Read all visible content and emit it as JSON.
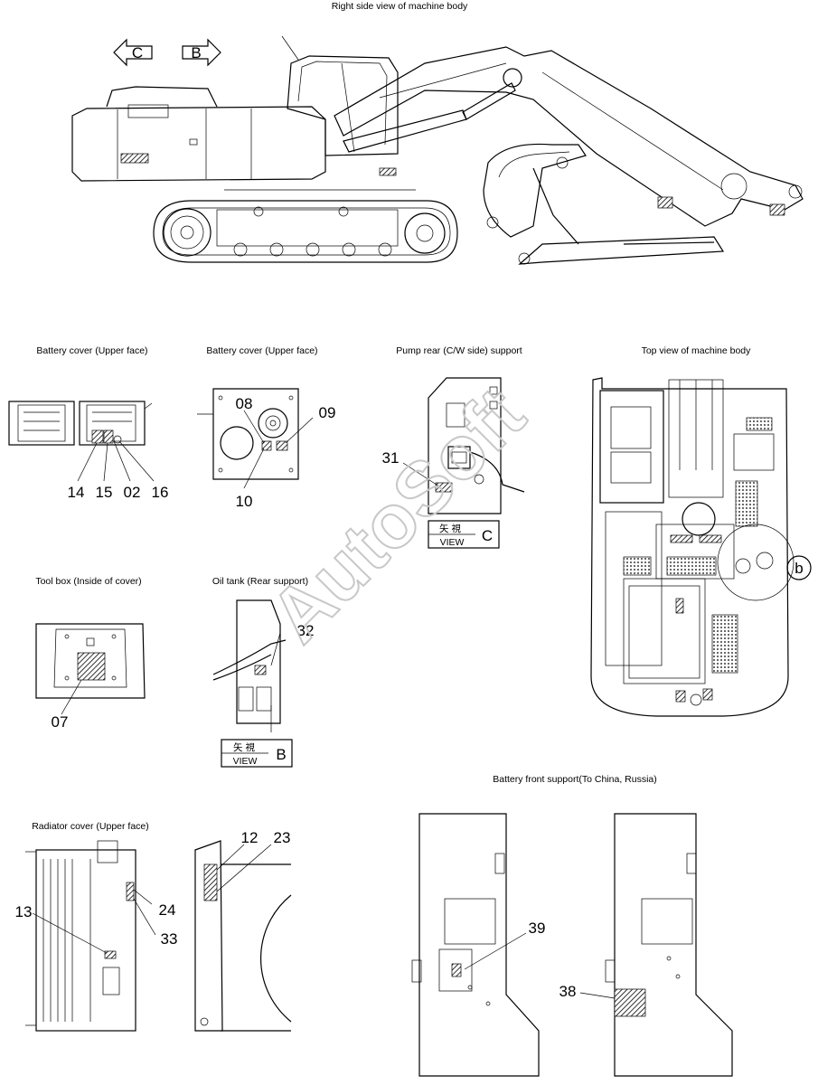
{
  "captions": {
    "right_side_view": "Right side view of machine body",
    "battery_cover_1": "Battery cover (Upper face)",
    "battery_cover_2": "Battery cover (Upper face)",
    "pump_rear": "Pump rear (C/W side) support",
    "top_view": "Top view of machine body",
    "tool_box": "Tool box (Inside of cover)",
    "oil_tank": "Oil tank (Rear support)",
    "radiator_cover": "Radiator cover (Upper face)",
    "battery_front": "Battery front support(To China, Russia)"
  },
  "arrows": {
    "c": "C",
    "b": "B"
  },
  "view_labels": {
    "kanji": "矢 視",
    "view": "VIEW",
    "c_letter": "C",
    "b_letter": "B",
    "detail_b": "b"
  },
  "callouts": {
    "n14": "14",
    "n15": "15",
    "n02": "02",
    "n16": "16",
    "n08": "08",
    "n09": "09",
    "n10": "10",
    "n31": "31",
    "n32": "32",
    "n07": "07",
    "n12": "12",
    "n23": "23",
    "n13": "13",
    "n24": "24",
    "n33": "33",
    "n39": "39",
    "n38": "38"
  },
  "watermark": "AutoSoft"
}
